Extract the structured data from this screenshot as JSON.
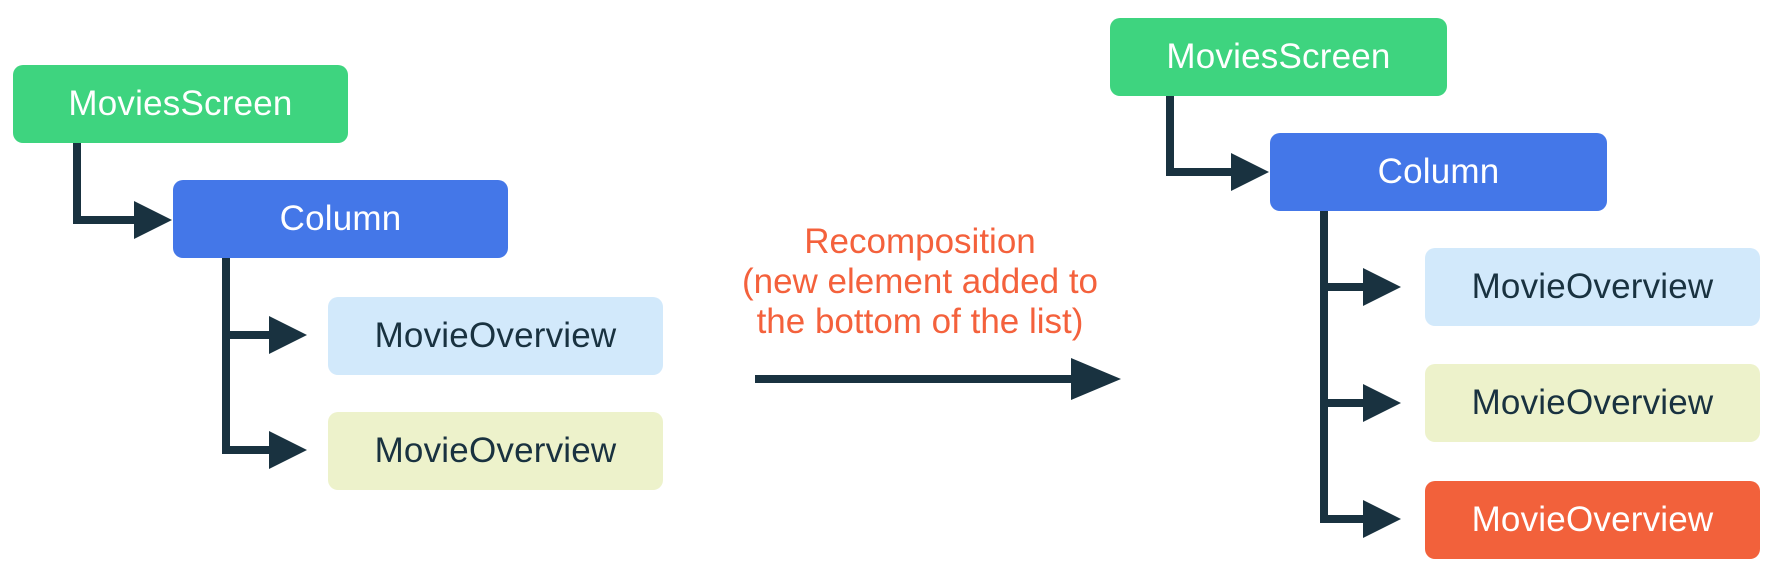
{
  "diagram": {
    "left_tree": {
      "root": "MoviesScreen",
      "child": "Column",
      "items": [
        "MovieOverview",
        "MovieOverview"
      ]
    },
    "right_tree": {
      "root": "MoviesScreen",
      "child": "Column",
      "items": [
        "MovieOverview",
        "MovieOverview",
        "MovieOverview"
      ]
    },
    "annotation": {
      "line1": "Recomposition",
      "line2": "(new element added to",
      "line3": "the bottom of the list)"
    },
    "colors": {
      "root_green": "#3ed47f",
      "column_blue": "#4477e8",
      "item_light_blue": "#d2e9fb",
      "item_light_yellow": "#edf2cb",
      "item_orange": "#f2613b",
      "connector_navy": "#193240",
      "annotation_orange": "#f4613c",
      "text_light": "#ffffff",
      "text_dark": "#193240"
    }
  }
}
